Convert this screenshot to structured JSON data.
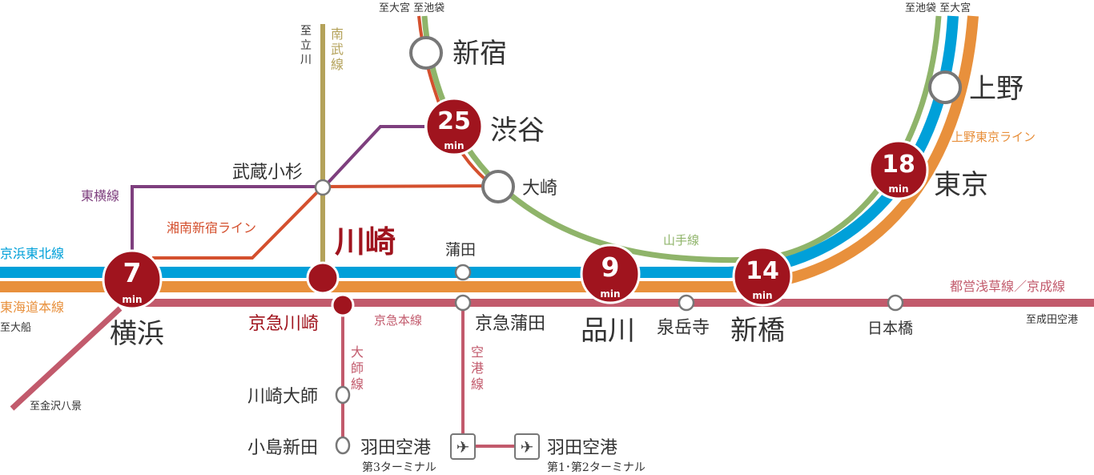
{
  "colors": {
    "keihin_tohoku": "#00a0d9",
    "tokaido": "#e8903c",
    "keikyu": "#c25a6c",
    "yamanote": "#8fb46a",
    "toyoko": "#7e3f7e",
    "shonan_shinjuku": "#d4502e",
    "nambu": "#b4a25a",
    "station_red": "#a0141e",
    "station_ring": "#777777"
  },
  "destinations": {
    "top_left": "至大宮 至池袋",
    "top_right": "至池袋 至大宮",
    "tachikawa": [
      "至",
      "立",
      "川"
    ],
    "ofuna": "至大船",
    "kanazawa_hakkei": "至金沢八景",
    "narita": "至成田空港"
  },
  "lines": {
    "nambu": [
      "南",
      "武",
      "線"
    ],
    "toyoko": "東横線",
    "shonan_shinjuku": "湘南新宿ライン",
    "keihin_tohoku": "京浜東北線",
    "tokaido": "東海道本線",
    "keikyu_main": "京急本線",
    "daishi": [
      "大",
      "師",
      "線"
    ],
    "airport": [
      "空",
      "港",
      "線"
    ],
    "yamanote": "山手線",
    "ueno_tokyo": "上野東京ライン",
    "asakusa_keisei": "都営浅草線／京成線"
  },
  "stations": {
    "shinjuku": "新宿",
    "shibuya": {
      "name": "渋谷",
      "minutes": "25",
      "unit": "min"
    },
    "osaki": "大崎",
    "musashikosugi": "武蔵小杉",
    "kawasaki": "川崎",
    "yokohama": {
      "name": "横浜",
      "minutes": "7",
      "unit": "min"
    },
    "kamata": "蒲田",
    "keikyu_kawasaki": "京急川崎",
    "keikyu_kamata": "京急蒲田",
    "shinagawa": {
      "name": "品川",
      "minutes": "9",
      "unit": "min"
    },
    "sengakuji": "泉岳寺",
    "shimbashi": {
      "name": "新橋",
      "minutes": "14",
      "unit": "min"
    },
    "nihonbashi": "日本橋",
    "tokyo": {
      "name": "東京",
      "minutes": "18",
      "unit": "min"
    },
    "ueno": "上野",
    "kawasaki_daishi": "川崎大師",
    "kojima_shinden": "小島新田",
    "haneda_t3": {
      "name": "羽田空港",
      "sub": "第3ターミナル"
    },
    "haneda_t12": {
      "name": "羽田空港",
      "sub": "第1･第2ターミナル"
    }
  }
}
